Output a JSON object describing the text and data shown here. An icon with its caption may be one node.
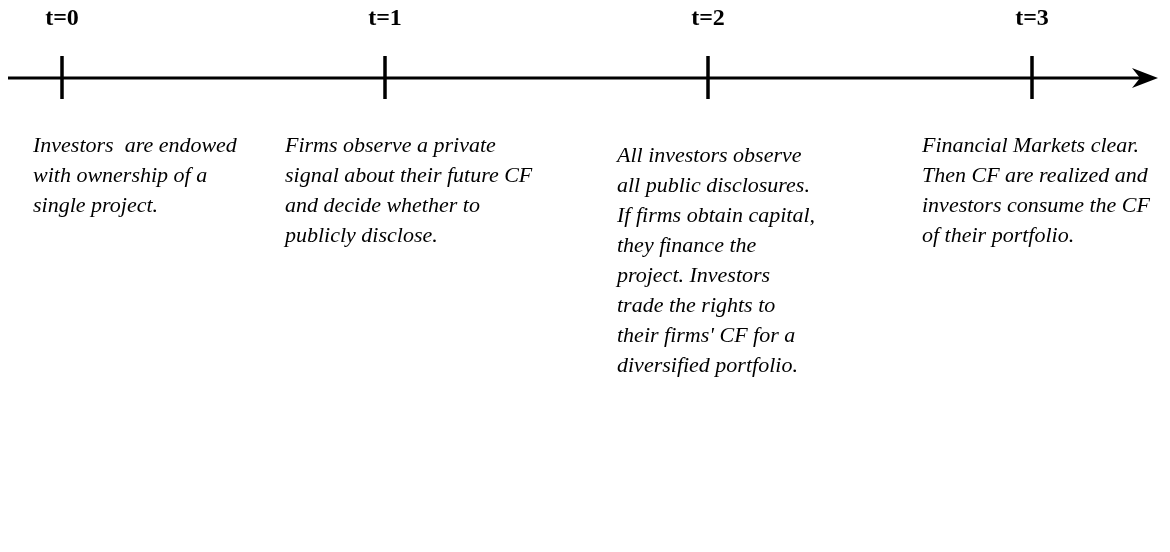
{
  "diagram": {
    "labels": [
      "t=0",
      "t=1",
      "t=2",
      "t=3",
      "Investors  are endowed with ownership of a single project.",
      "Firms observe a private signal about their future CF and decide whether to publicly disclose.",
      "All investors observe all public disclosures. If firms obtain capital, they finance the project. Investors trade the rights to their firms' CF for a diversified portfolio.",
      "Financial Markets clear. Then CF are realized and investors consume the CF of their portfolio."
    ]
  }
}
